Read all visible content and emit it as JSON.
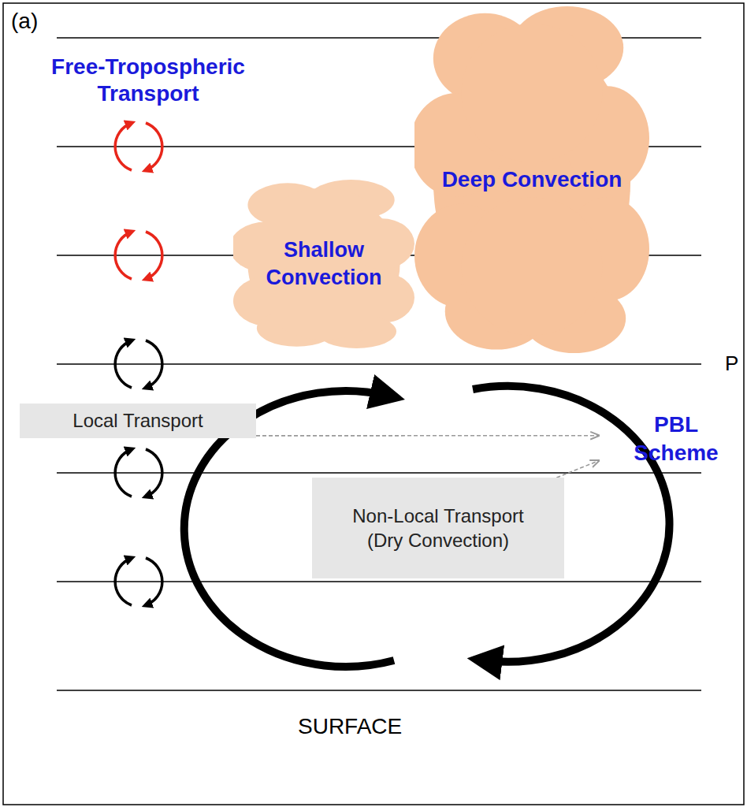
{
  "diagram": {
    "nodes": [
      {
        "text": [
          "Shallow Convection"
        ]
      },
      {
        "text": [
          "Deep Convection"
        ]
      },
      {
        "text": [
          "Local Transport"
        ]
      },
      {
        "text": [
          "PBL Scheme"
        ]
      },
      {
        "text": [
          "Non-Local Transport (Dry Convection)"
        ]
      }
    ],
    "edges": [
      {
        "from": 2,
        "to": 3,
        "arrow": "to"
      },
      {
        "from": 4,
        "to": 3,
        "arrow": "to"
      }
    ],
    "labels": [
      "(a)",
      "Free-Tropospheric Transport",
      "SURFACE",
      "P"
    ]
  }
}
